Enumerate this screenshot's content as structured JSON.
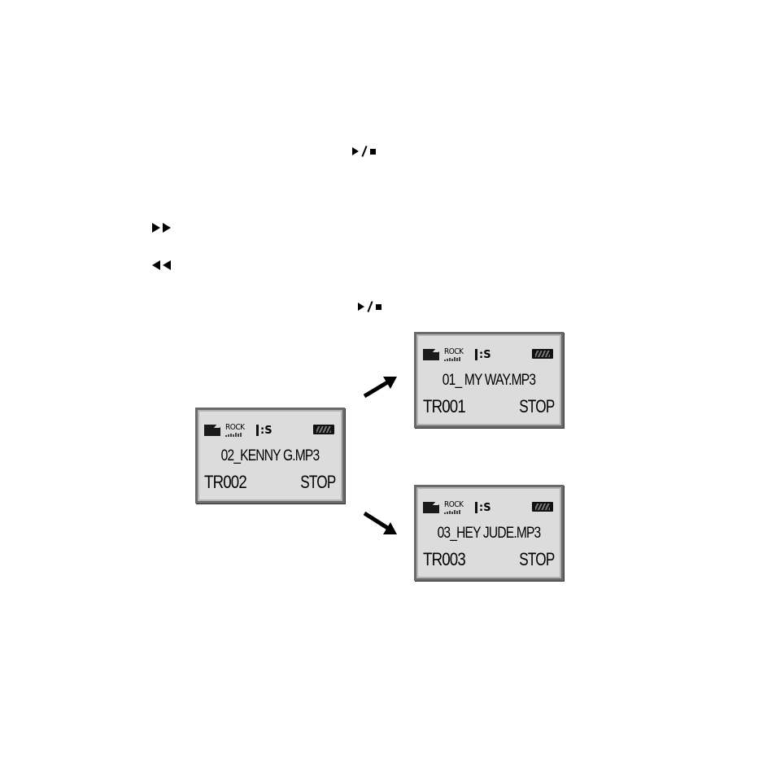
{
  "glyphs": {
    "play_stop_1": "play-stop-icon",
    "fast_forward": "fast-forward-icon",
    "rewind": "rewind-icon",
    "play_stop_2": "play-stop-icon"
  },
  "screens": [
    {
      "id": "current",
      "eq": "ROCK",
      "filename": "02_KENNY G.MP3",
      "track": "TR002",
      "status": "STOP"
    },
    {
      "id": "previous",
      "eq": "ROCK",
      "filename": "01_ MY WAY.MP3",
      "track": "TR001",
      "status": "STOP"
    },
    {
      "id": "next",
      "eq": "ROCK",
      "filename": "03_HEY JUDE.MP3",
      "track": "TR003",
      "status": "STOP"
    }
  ],
  "colors": {
    "lcd_bg": "#dcdcdc",
    "lcd_border": "#6a6a6a",
    "ink": "#000000"
  }
}
